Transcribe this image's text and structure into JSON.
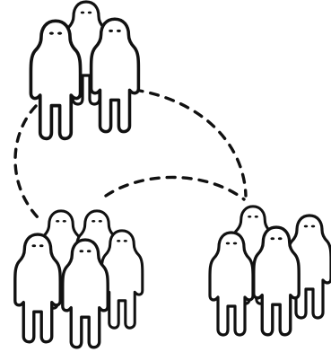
{
  "diagram": {
    "colors": {
      "ink": "#111111",
      "fill": "#ffffff",
      "background": "#ffffff"
    },
    "groups": [
      {
        "id": "top",
        "members": 3
      },
      {
        "id": "bottom-left",
        "members": 5
      },
      {
        "id": "bottom-right",
        "members": 4
      }
    ],
    "connections": [
      {
        "from": "top",
        "to": "bottom-left",
        "style": "dashed"
      },
      {
        "from": "top",
        "to": "bottom-right",
        "style": "dashed"
      },
      {
        "from": "bottom-left",
        "to": "bottom-right",
        "style": "dashed"
      }
    ]
  }
}
